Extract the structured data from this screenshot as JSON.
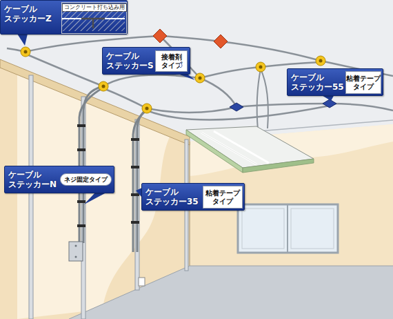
{
  "diagram": {
    "nodes": [
      {
        "text": [
          "ケーブル ステッカーZ"
        ]
      },
      {
        "text": [
          "コンクリート打ち込み用"
        ],
        "in": 0
      },
      {
        "text": [
          "ケーブル ステッカーS"
        ]
      },
      {
        "text": [
          "接着剤 タイプ"
        ],
        "in": 2
      },
      {
        "text": [
          "ケーブル ステッカー55"
        ]
      },
      {
        "text": [
          "粘着テープ タイプ"
        ],
        "in": 4
      },
      {
        "text": [
          "ケーブル ステッカーN"
        ]
      },
      {
        "text": [
          "ネジ固定タイプ"
        ],
        "in": 6
      },
      {
        "text": [
          "ケーブル ステッカー35"
        ]
      },
      {
        "text": [
          "粘着テープ タイプ"
        ],
        "in": 8
      }
    ]
  }
}
